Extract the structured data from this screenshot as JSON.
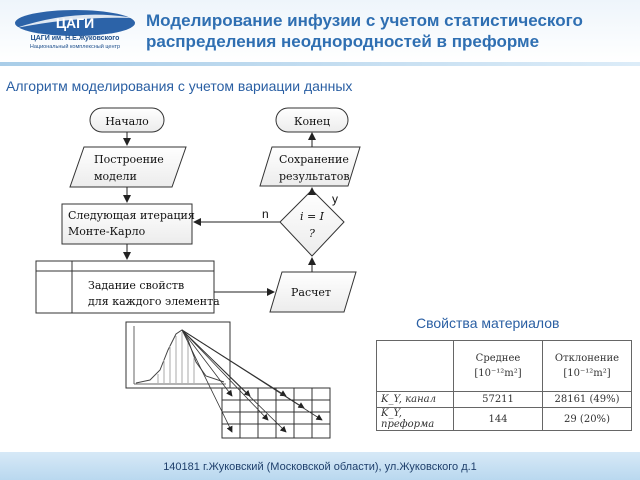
{
  "header": {
    "logo_text": "ЦАГИ",
    "org_name": "ЦАГИ им. Н.Е.Жуковского",
    "org_sub": "Национальный комплексный центр",
    "title": "Моделирование инфузии с учетом статистического распределения неоднородностей в преформе"
  },
  "subtitle": "Алгоритм моделирования с учетом вариации данных",
  "flowchart": {
    "start": "Начало",
    "build_1": "Построение",
    "build_2": "модели",
    "iter_1": "Следующая итерация",
    "iter_2": "Монте-Карло",
    "props_1": "Задание свойств",
    "props_2": "для каждого  элемента",
    "calc": "Расчет",
    "decision_1": "i = I",
    "decision_2": "?",
    "save_1": "Сохранение",
    "save_2": "результатов",
    "end": "Конец",
    "yes_label": "y",
    "no_label": "n"
  },
  "materials": {
    "heading": "Свойства материалов",
    "col_mean": "Среднее",
    "col_dev": "Отклонение",
    "unit": "[10⁻¹²m²]",
    "rows": [
      {
        "label": "K_Y, канал",
        "mean": "57211",
        "dev": "28161 (49%)"
      },
      {
        "label": "K_Y, преформа",
        "mean": "144",
        "dev": "29 (20%)"
      }
    ]
  },
  "footer": "140181 г.Жуковский (Московской области), ул.Жуковского д.1",
  "colors": {
    "title": "#2f6fb2",
    "accent": "#2a5fa3"
  }
}
